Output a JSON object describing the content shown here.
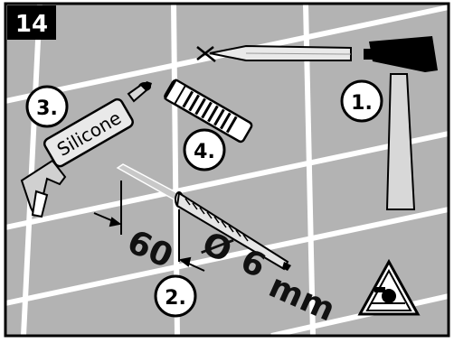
{
  "panel": {
    "step_badge": "14",
    "steps": {
      "hammer": "1.",
      "drill": "2.",
      "silicone_gun": "3.",
      "wall_plug": "4."
    },
    "silicone_label": "Silicone",
    "dimensions": {
      "depth": "60",
      "diameter_symbol": "Ø",
      "diameter": "6",
      "unit": "mm"
    },
    "colors": {
      "wall": "#b3b3b3",
      "grout": "#ffffff",
      "ink": "#000000"
    },
    "icons": [
      "hammer-icon",
      "nail-icon",
      "silicone-gun-icon",
      "wall-plug-icon",
      "drill-bit-icon",
      "warning-icon"
    ]
  }
}
